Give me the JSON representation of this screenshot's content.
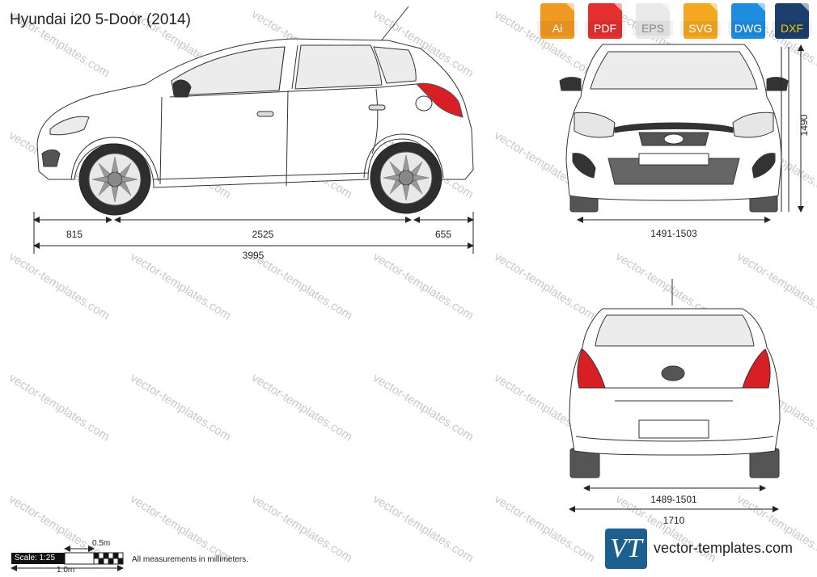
{
  "title": "Hyundai i20 5-Door (2014)",
  "formats": [
    {
      "label": "Ai",
      "color": "#f09a24"
    },
    {
      "label": "PDF",
      "color": "#e53030"
    },
    {
      "label": "EPS",
      "color": "#e9e9e9"
    },
    {
      "label": "SVG",
      "color": "#f4a81f"
    },
    {
      "label": "DWG",
      "color": "#1e8de0"
    },
    {
      "label": "DXF",
      "color": "#1c3f6e"
    }
  ],
  "dimensions": {
    "front_overhang": "815",
    "wheelbase": "2525",
    "rear_overhang": "655",
    "length": "3995",
    "height": "1490",
    "front_track": "1491-1503",
    "rear_track": "1489-1501",
    "width": "1710"
  },
  "scale": {
    "label": "Scale: 1:25",
    "half_meter": "0.5m",
    "one_meter": "1.0m"
  },
  "note": "All measurements in millimeters.",
  "watermark": "vector-templates.com",
  "brand": {
    "logo_text": "VT",
    "website": "vector-templates.com",
    "logo_color": "#1d5f8f"
  }
}
